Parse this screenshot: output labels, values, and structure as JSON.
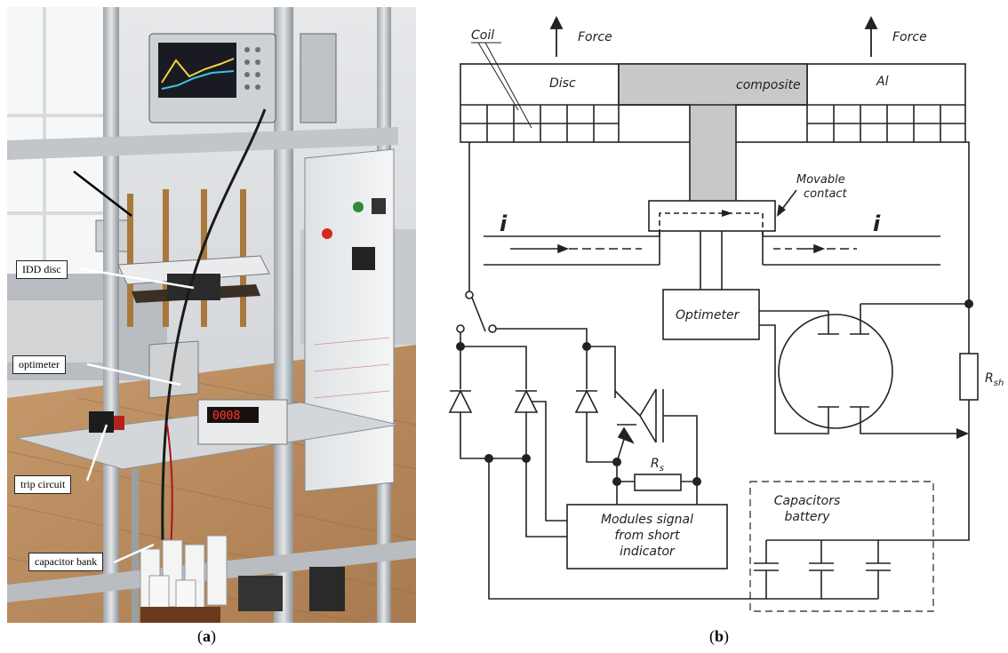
{
  "panel_a": {
    "caption_letter": "a",
    "callouts": {
      "idd_disc": "IDD disc",
      "optimeter": "optimeter",
      "trip_circuit": "trip circuit",
      "capacitor_bank": "capacitor bank"
    },
    "meter_readout": "0008"
  },
  "panel_b": {
    "caption_letter": "b",
    "labels": {
      "coil": "Coil",
      "force_left": "Force",
      "force_right": "Force",
      "disc": "Disc",
      "composite": "composite",
      "al": "Al",
      "movable_contact_line1": "Movable",
      "movable_contact_line2": "contact",
      "current_left": "i",
      "current_right": "i",
      "optimeter": "Optimeter",
      "r_sh_main": "R",
      "r_sh_sub": "sh",
      "r_s_main": "R",
      "r_s_sub": "s",
      "capacitors_line1": "Capacitors",
      "capacitors_line2": "battery",
      "modules_line1": "Modules signal",
      "modules_line2": "from short",
      "modules_line3": "indicator"
    }
  }
}
